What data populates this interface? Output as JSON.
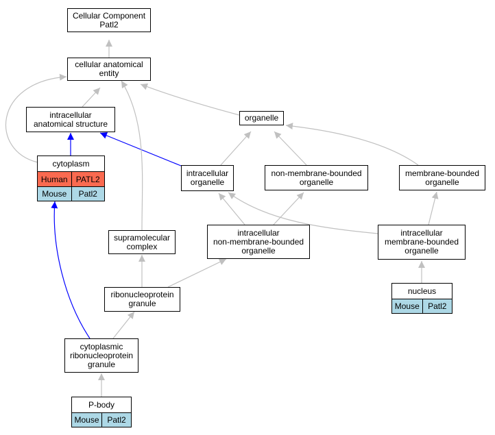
{
  "nodes": {
    "root": "Cellular Component\nPatl2",
    "cae": "cellular anatomical\nentity",
    "ias": "intracellular\nanatomical structure",
    "organelle": "organelle",
    "intracellular_organelle": "intracellular\norganelle",
    "nmbo": "non-membrane-bounded\norganelle",
    "mbo": "membrane-bounded\norganelle",
    "supramolecular": "supramolecular\ncomplex",
    "inmbo": "intracellular\nnon-membrane-bounded\norganelle",
    "imbo": "intracellular\nmembrane-bounded\norganelle",
    "rnp": "ribonucleoprotein\ngranule",
    "crnp": "cytoplasmic\nribonucleoprotein\ngranule"
  },
  "tables": {
    "cytoplasm": {
      "title": "cytoplasm",
      "rows": [
        {
          "species": "Human",
          "gene": "PATL2"
        },
        {
          "species": "Mouse",
          "gene": "Patl2"
        }
      ]
    },
    "nucleus": {
      "title": "nucleus",
      "rows": [
        {
          "species": "Mouse",
          "gene": "Patl2"
        }
      ]
    },
    "pbody": {
      "title": "P-body",
      "rows": [
        {
          "species": "Mouse",
          "gene": "Patl2"
        }
      ]
    }
  },
  "colors": {
    "edge_gray": "#c0c0c0",
    "edge_blue": "#0000ff",
    "human_fill": "#fa6a50",
    "mouse_fill": "#add8e6"
  }
}
